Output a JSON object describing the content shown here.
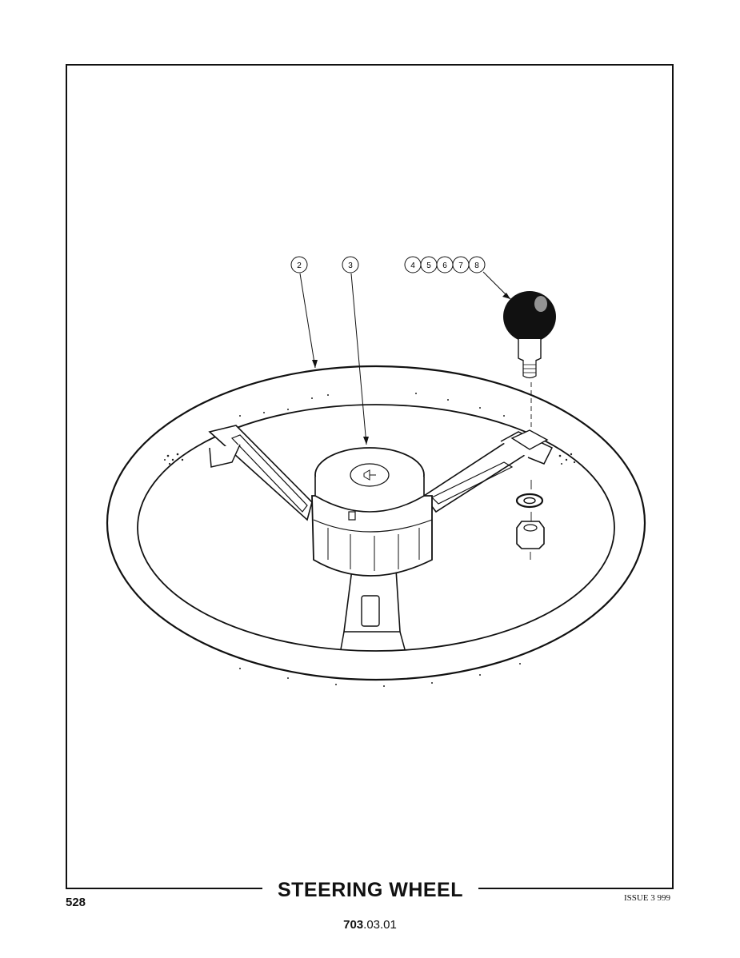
{
  "title": "STEERING WHEEL",
  "page_number": "528",
  "issue": "ISSUE 3 999",
  "reference": {
    "bold": "703",
    "rest": ".03.01"
  },
  "callouts": [
    {
      "label": "2"
    },
    {
      "label": "3"
    },
    {
      "label": "4"
    },
    {
      "label": "5"
    },
    {
      "label": "6"
    },
    {
      "label": "7"
    },
    {
      "label": "8"
    }
  ]
}
